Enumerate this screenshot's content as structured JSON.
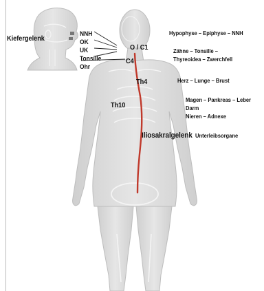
{
  "diagram": {
    "head_inset": {
      "title": "Kiefergelenk",
      "labels": [
        "NNH",
        "OK",
        "UK",
        "Tonsille",
        "Ohr"
      ]
    },
    "spine_levels": {
      "c1": "O / C1",
      "c4": "C4",
      "th4": "Th4",
      "th10": "Th10",
      "sacro": "Iliosakralgelenk"
    },
    "organ_groups": [
      "Hypophyse – Epiphyse – NNH",
      "Zähne – Tonsille –",
      "Thyreoidea – Zwerchfell",
      "Herz – Lunge – Brust",
      "Magen – Pankreas – Leber",
      "Darm",
      "Nieren – Adnexe",
      "Unterleibsorgane"
    ],
    "colors": {
      "spine_line": "#c0392b",
      "body_fill": "#d9d9d9",
      "body_stroke": "#bdbdbd",
      "bone_line": "#f4f4f4",
      "text": "#111111"
    }
  }
}
